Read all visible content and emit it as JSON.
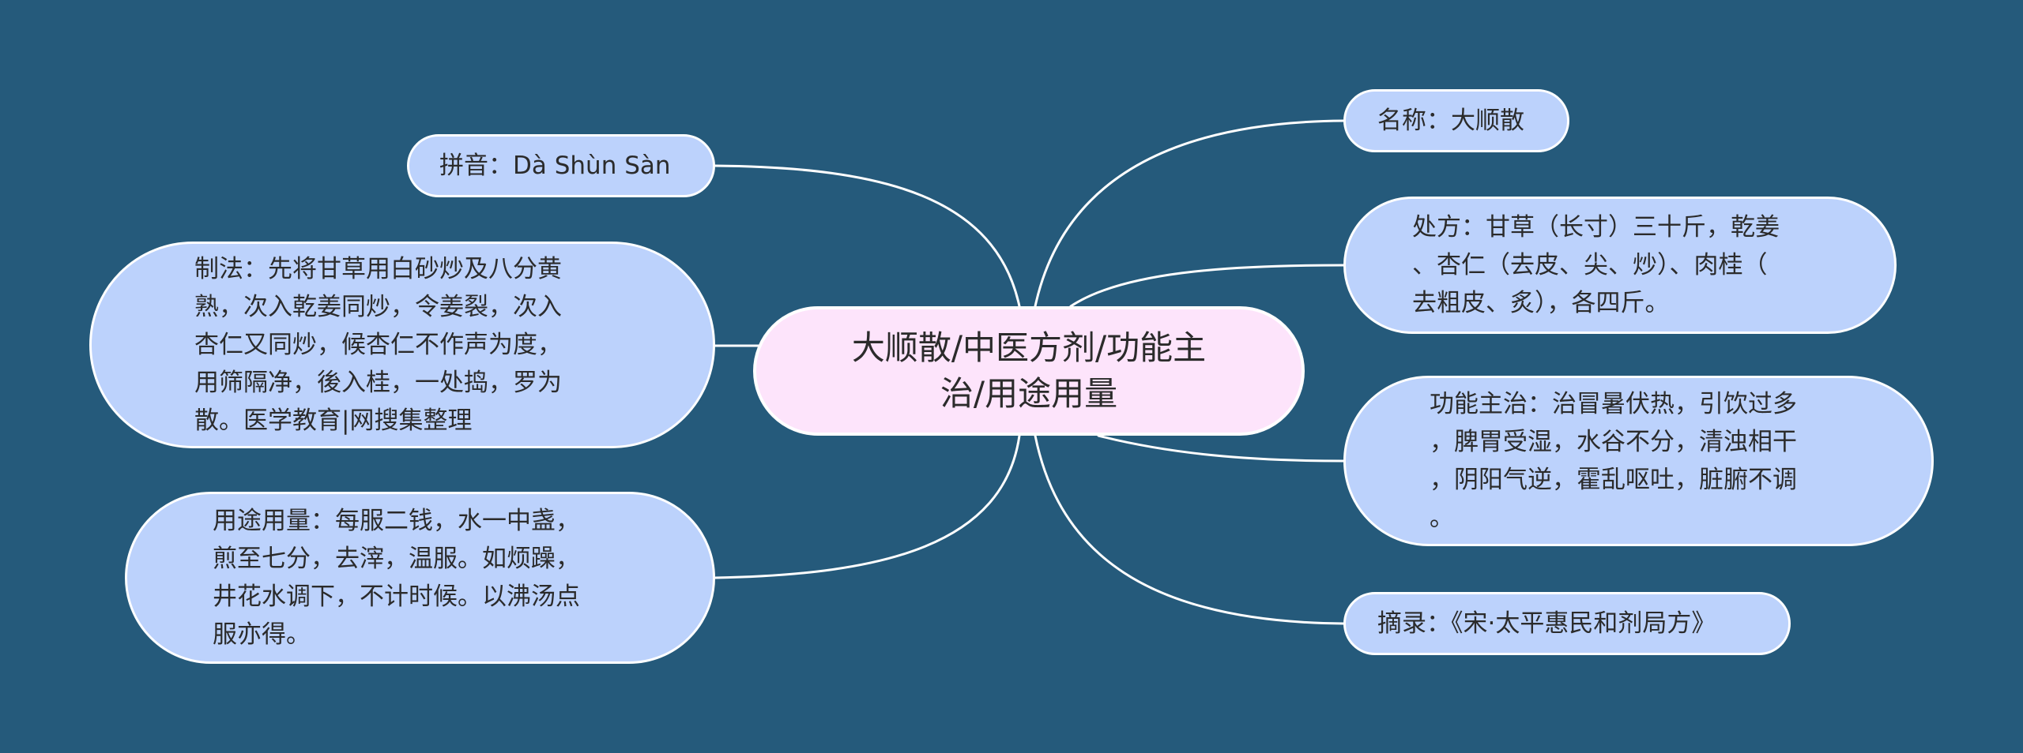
{
  "root": {
    "text": "大顺散/中医方剂/功能主\n治/用途用量"
  },
  "nodes": {
    "pinyin": "拼音：Dà Shùn Sàn",
    "zhifa": "制法：先将甘草用白砂炒及八分黄\n熟，次入乾姜同炒，令姜裂，次入\n杏仁又同炒，候杏仁不作声为度，\n用筛隔净，後入桂，一处捣，罗为\n散。医学教育|网搜集整理",
    "yongtu": "用途用量：每服二钱，水一中盏，\n煎至七分，去滓，温服。如烦躁，\n井花水调下，不计时候。以沸汤点\n服亦得。",
    "mingcheng": "名称：大顺散",
    "chufang": "处方：甘草（长寸）三十斤，乾姜\n、杏仁（去皮、尖、炒）、肉桂（\n去粗皮、炙），各四斤。",
    "gongneng": "功能主治：治冒暑伏热，引饮过多\n，脾胃受湿，水谷不分，清浊相干\n，阴阳气逆，霍乱呕吐，脏腑不调\n。",
    "zhailu": "摘录：《宋·太平惠民和剂局方》"
  },
  "colors": {
    "background": "#255a7b",
    "leaf_fill": "#bcd2fc",
    "root_fill": "#fde4fb",
    "connector": "#ffffff"
  }
}
